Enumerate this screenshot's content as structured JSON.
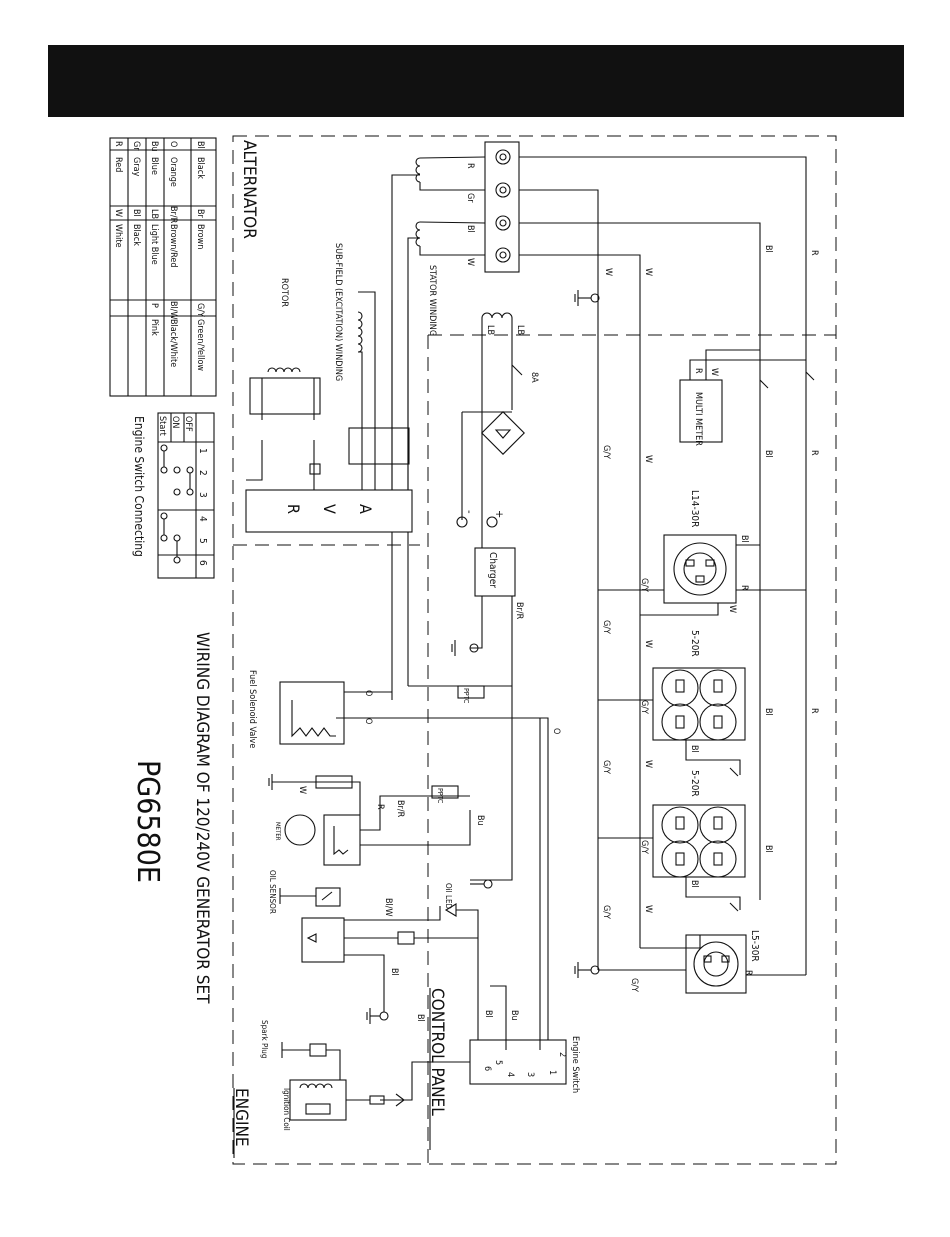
{
  "diagram": {
    "title": "WIRING DIAGRAM OF 120/240V GENERATOR SET",
    "model": "PG6580E",
    "sections": {
      "alternator": "ALTERNATOR",
      "control_panel": "CONTROL PANEL",
      "engine": "ENGINE"
    },
    "components": {
      "stator_winding": "STATOR WINDING",
      "sub_field": "SUB-FIELD (EXCITATION) WINDING",
      "rotor": "ROTOR",
      "avr": [
        "A",
        "V",
        "R"
      ],
      "multimeter": "MULTI METER",
      "charger": "Charger",
      "l14": "L14-30R",
      "r520a": "5-20R",
      "r520b": "5-20R",
      "l5": "L5-30R",
      "fuel_valve": "Fuel Solenoid Valve",
      "oil_sensor": "OIL SENSOR",
      "oil_led": "Oil LED",
      "spark_plug": "Spark Plug",
      "ignition_coil": "Ignition Coil",
      "engine_switch": "Engine Switch",
      "fuse": "8A",
      "ptc": "PPTC",
      "meter_small": "METER"
    },
    "switch_table": {
      "title": "Engine Switch Connecting",
      "columns": [
        "1",
        "2",
        "3",
        "4",
        "5",
        "6"
      ],
      "rows": [
        "OFF",
        "ON",
        "Start"
      ]
    },
    "color_legend": [
      [
        "Bl",
        "Black",
        "Br",
        "Brown",
        "G/Y",
        "Green/Yellow"
      ],
      [
        "O",
        "Orange",
        "Br/R",
        "Brown/Red",
        "Bl/W",
        "Black/White"
      ],
      [
        "Bu",
        "Blue",
        "LB",
        "Light Blue",
        "P",
        "Pink"
      ],
      [
        "Gr",
        "Gray",
        "Bl",
        "Black",
        "",
        ""
      ],
      [
        "R",
        "Red",
        "W",
        "White",
        "",
        ""
      ]
    ],
    "wire_labels": {
      "R": "R",
      "Gr": "Gr",
      "Bl": "Bl",
      "W": "W",
      "Bu": "Bu",
      "LB": "LB",
      "Br": "Br",
      "BrR": "Br/R",
      "GY": "G/Y",
      "O": "O",
      "BlW": "Bl/W",
      "plus": "+",
      "minus": "-"
    }
  }
}
